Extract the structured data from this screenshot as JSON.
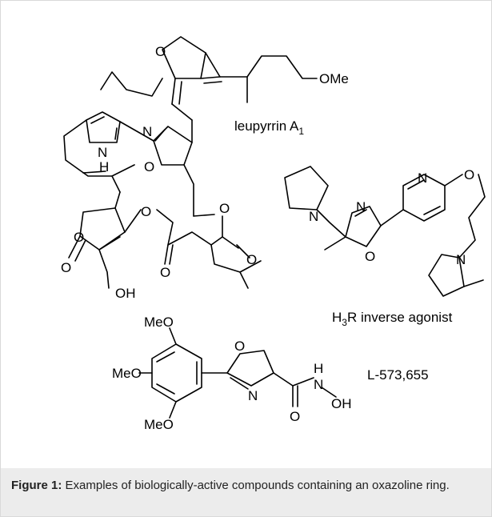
{
  "compounds": {
    "leupyrrin": {
      "name": "leupyrrin A",
      "sub": "1"
    },
    "h3r": {
      "name_pre": "H",
      "sub": "3",
      "name_post": "R inverse agonist"
    },
    "l573": {
      "name": "L-573,655"
    }
  },
  "atoms": {
    "O": "O",
    "N": "N",
    "H": "H",
    "OH": "OH",
    "OMe": "OMe",
    "MeO": "MeO"
  },
  "caption": {
    "label": "Figure 1:",
    "text": " Examples of biologically-active compounds containing an oxazoline ring."
  }
}
